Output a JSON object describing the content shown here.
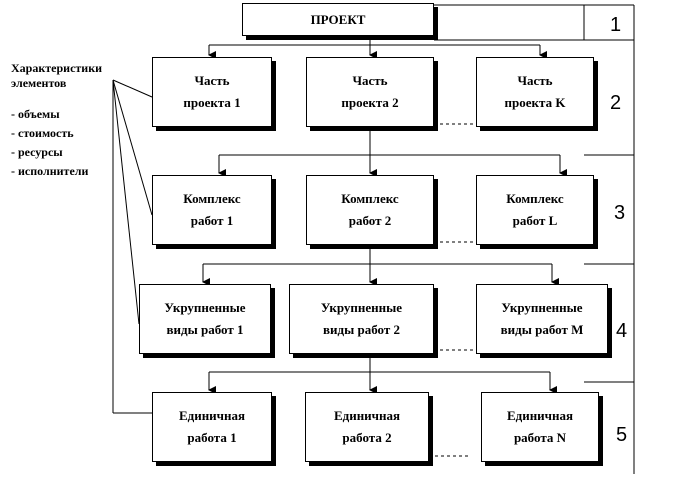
{
  "root": {
    "label": "ПРОЕКТ"
  },
  "characteristics": {
    "title": "Характеристики\nэлементов",
    "items": [
      "- объемы",
      "- стоимость",
      "- ресурсы",
      "- исполнители"
    ]
  },
  "levels": [
    "1",
    "2",
    "3",
    "4",
    "5"
  ],
  "rows": [
    {
      "boxes": [
        "Часть\nпроекта 1",
        "Часть\nпроекта 2",
        "Часть\nпроекта K"
      ]
    },
    {
      "boxes": [
        "Комплекс\nработ 1",
        "Комплекс\nработ 2",
        "Комплекс\nработ L"
      ]
    },
    {
      "boxes": [
        "Укрупненные\nвиды работ 1",
        "Укрупненные\nвиды работ 2",
        "Укрупненные\nвиды работ M"
      ]
    },
    {
      "boxes": [
        "Единичная\nработа 1",
        "Единичная\nработа 2",
        "Единичная\nработа N"
      ]
    }
  ]
}
